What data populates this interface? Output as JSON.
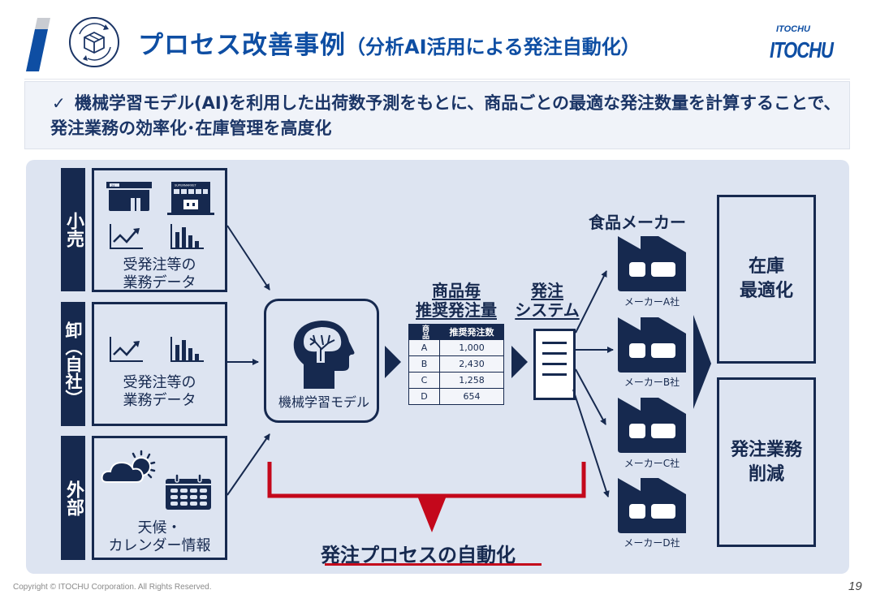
{
  "header": {
    "title": "プロセス改善事例",
    "subtitle": "（分析AI活用による発注自動化）",
    "title_icon": "box-cycle-icon",
    "logo_text": "ITOCHU",
    "brand_color": "#0e4ea3"
  },
  "summary": {
    "check_icon": "✓",
    "text": "機械学習モデル(AI)を利用した出荷数予測をもとに、商品ごとの最適な発注数量を計算することで、発注業務の効率化･在庫管理を高度化"
  },
  "sources": [
    {
      "label": "小売",
      "caption_line1": "受発注等の",
      "caption_line2": "業務データ",
      "icons": [
        "convenience-store-icon",
        "supermarket-icon",
        "line-chart-icon",
        "bar-chart-icon"
      ],
      "store_sign": "24",
      "market_sign": "SUPERMARKET"
    },
    {
      "label": "卸（自社）",
      "caption_line1": "受発注等の",
      "caption_line2": "業務データ",
      "icons": [
        "line-chart-icon",
        "bar-chart-icon"
      ]
    },
    {
      "label": "外部",
      "caption_line1": "天候・",
      "caption_line2": "カレンダー情報",
      "icons": [
        "weather-icon",
        "calendar-icon"
      ]
    }
  ],
  "model": {
    "caption": "機械学習モデル",
    "icon": "brain-head-icon"
  },
  "recommendation": {
    "heading_line1": "商品毎",
    "heading_line2": "推奨発注量",
    "table": {
      "headers": [
        "商品",
        "推奨発注数"
      ],
      "rows": [
        [
          "A",
          "1,000"
        ],
        [
          "B",
          "2,430"
        ],
        [
          "C",
          "1,258"
        ],
        [
          "D",
          "654"
        ]
      ]
    }
  },
  "order_system": {
    "heading_line1": "発注",
    "heading_line2": "システム",
    "icon": "document-icon"
  },
  "makers": {
    "title": "食品メーカー",
    "items": [
      {
        "label": "メーカーA社"
      },
      {
        "label": "メーカーB社"
      },
      {
        "label": "メーカーC社"
      },
      {
        "label": "メーカーD社"
      }
    ]
  },
  "results": [
    {
      "line1": "在庫",
      "line2": "最適化"
    },
    {
      "line1": "発注業務",
      "line2": "削減"
    }
  ],
  "automation": {
    "label": "発注プロセスの自動化",
    "color": "#c4081b"
  },
  "footer": {
    "copyright": "Copyright © ITOCHU Corporation. All Rights Reserved.",
    "page": "19"
  }
}
